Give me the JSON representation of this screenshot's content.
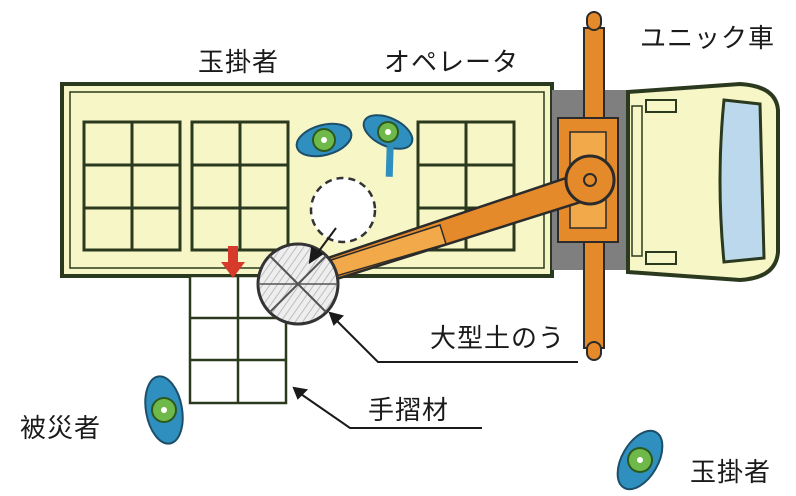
{
  "labels": {
    "slinger_top": "玉掛者",
    "operator": "オペレータ",
    "unic_truck": "ユニック車",
    "large_sandbag": "大型土のう",
    "handrail": "手摺材",
    "victim": "被災者",
    "slinger_bottom": "玉掛者"
  },
  "colors": {
    "bed_fill": "#f7f6c6",
    "bed_outline": "#2b3a1e",
    "boom": "#e58a2a",
    "arrow_red": "#d63a2a",
    "worker_body": "#2f8fbf",
    "worker_head": "#6fb84a",
    "cab_window": "#bcd8ec"
  }
}
